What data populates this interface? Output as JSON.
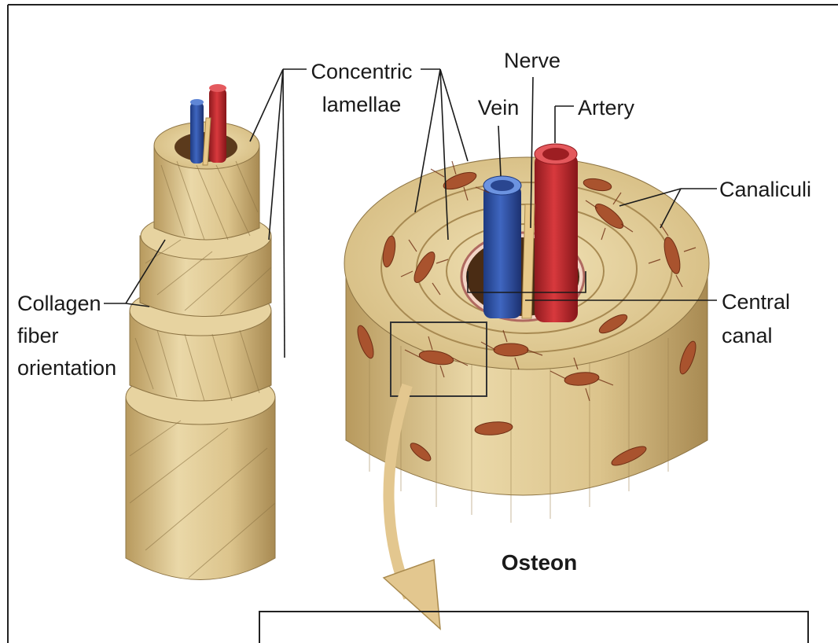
{
  "figure": {
    "labels": {
      "concentric_lamellae_1": "Concentric",
      "concentric_lamellae_2": "lamellae",
      "nerve": "Nerve",
      "vein": "Vein",
      "artery": "Artery",
      "canaliculi": "Canaliculi",
      "collagen_1": "Collagen",
      "collagen_2": "fiber",
      "collagen_3": "orientation",
      "central_canal_1": "Central",
      "central_canal_2": "canal"
    },
    "caption": "Osteon"
  },
  "colors": {
    "bone": "#e3cf9c",
    "bone_dark": "#b8a06a",
    "vein": "#2f4f9c",
    "artery": "#c0262c",
    "nerve": "#e8c98a",
    "osteocyte": "#a9532e"
  }
}
